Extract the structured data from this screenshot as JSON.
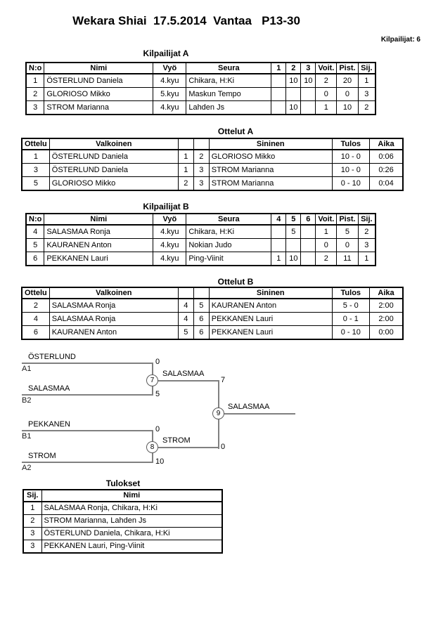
{
  "header": {
    "title": "Wekara Shiai  17.5.2014  Vantaa   P13-30",
    "competitors_label": "Kilpailijat: 6"
  },
  "pool_a": {
    "title": "Kilpailijat A",
    "headers": {
      "no": "N:o",
      "name": "Nimi",
      "belt": "Vyö",
      "club": "Seura",
      "m1": "1",
      "m2": "2",
      "m3": "3",
      "wins": "Voit.",
      "points": "Pist.",
      "place": "Sij."
    },
    "rows": [
      {
        "no": "1",
        "name": "ÖSTERLUND Daniela",
        "belt": "4.kyu",
        "club": "Chikara, H:Ki",
        "m1": "",
        "m2": "10",
        "m3": "10",
        "wins": "2",
        "points": "20",
        "place": "1"
      },
      {
        "no": "2",
        "name": "GLORIOSO Mikko",
        "belt": "5.kyu",
        "club": "Maskun Tempo",
        "m1": "",
        "m2": "",
        "m3": "",
        "wins": "0",
        "points": "0",
        "place": "3"
      },
      {
        "no": "3",
        "name": "STROM Marianna",
        "belt": "4.kyu",
        "club": "Lahden Js",
        "m1": "",
        "m2": "10",
        "m3": "",
        "wins": "1",
        "points": "10",
        "place": "2"
      }
    ]
  },
  "matches_a": {
    "title": "Ottelut A",
    "headers": {
      "match": "Ottelu",
      "white": "Valkoinen",
      "blue": "Sininen",
      "score": "Tulos",
      "time": "Aika"
    },
    "rows": [
      {
        "match": "1",
        "white": "ÖSTERLUND Daniela",
        "white_no": "1",
        "blue_no": "2",
        "blue": "GLORIOSO Mikko",
        "score": "10 - 0",
        "time": "0:06"
      },
      {
        "match": "3",
        "white": "ÖSTERLUND Daniela",
        "white_no": "1",
        "blue_no": "3",
        "blue": "STROM Marianna",
        "score": "10 - 0",
        "time": "0:26"
      },
      {
        "match": "5",
        "white": "GLORIOSO Mikko",
        "white_no": "2",
        "blue_no": "3",
        "blue": "STROM Marianna",
        "score": "0 - 10",
        "time": "0:04"
      }
    ]
  },
  "pool_b": {
    "title": "Kilpailijat B",
    "headers": {
      "no": "N:o",
      "name": "Nimi",
      "belt": "Vyö",
      "club": "Seura",
      "m1": "4",
      "m2": "5",
      "m3": "6",
      "wins": "Voit.",
      "points": "Pist.",
      "place": "Sij."
    },
    "rows": [
      {
        "no": "4",
        "name": "SALASMAA Ronja",
        "belt": "4.kyu",
        "club": "Chikara, H:Ki",
        "m1": "",
        "m2": "5",
        "m3": "",
        "wins": "1",
        "points": "5",
        "place": "2"
      },
      {
        "no": "5",
        "name": "KAURANEN Anton",
        "belt": "4.kyu",
        "club": "Nokian Judo",
        "m1": "",
        "m2": "",
        "m3": "",
        "wins": "0",
        "points": "0",
        "place": "3"
      },
      {
        "no": "6",
        "name": "PEKKANEN Lauri",
        "belt": "4.kyu",
        "club": "Ping-Viinit",
        "m1": "1",
        "m2": "10",
        "m3": "",
        "wins": "2",
        "points": "11",
        "place": "1"
      }
    ]
  },
  "matches_b": {
    "title": "Ottelut B",
    "headers": {
      "match": "Ottelu",
      "white": "Valkoinen",
      "blue": "Sininen",
      "score": "Tulos",
      "time": "Aika"
    },
    "rows": [
      {
        "match": "2",
        "white": "SALASMAA Ronja",
        "white_no": "4",
        "blue_no": "5",
        "blue": "KAURANEN Anton",
        "score": "5 - 0",
        "time": "2:00"
      },
      {
        "match": "4",
        "white": "SALASMAA Ronja",
        "white_no": "4",
        "blue_no": "6",
        "blue": "PEKKANEN Lauri",
        "score": "0 - 1",
        "time": "2:00"
      },
      {
        "match": "6",
        "white": "KAURANEN Anton",
        "white_no": "5",
        "blue_no": "6",
        "blue": "PEKKANEN Lauri",
        "score": "0 - 10",
        "time": "0:00"
      }
    ]
  },
  "bracket": {
    "sf1": {
      "match_no": "7",
      "top_name": "ÖSTERLUND",
      "top_seed": "A1",
      "top_score": "0",
      "bottom_name": "SALASMAA",
      "bottom_seed": "B2",
      "bottom_score": "5",
      "winner_name": "SALASMAA",
      "winner_score": "7"
    },
    "sf2": {
      "match_no": "8",
      "top_name": "PEKKANEN",
      "top_seed": "B1",
      "top_score": "0",
      "bottom_name": "STROM",
      "bottom_seed": "A2",
      "bottom_score": "10",
      "winner_name": "STROM",
      "winner_score": "0"
    },
    "final": {
      "match_no": "9",
      "winner_name": "SALASMAA"
    }
  },
  "results": {
    "title": "Tulokset",
    "headers": {
      "place": "Sij.",
      "name": "Nimi"
    },
    "rows": [
      {
        "place": "1",
        "name": "SALASMAA Ronja, Chikara, H:Ki"
      },
      {
        "place": "2",
        "name": "STROM Marianna, Lahden Js"
      },
      {
        "place": "3",
        "name": "ÖSTERLUND Daniela, Chikara, H:Ki"
      },
      {
        "place": "3",
        "name": "PEKKANEN Lauri, Ping-Viinit"
      }
    ]
  }
}
